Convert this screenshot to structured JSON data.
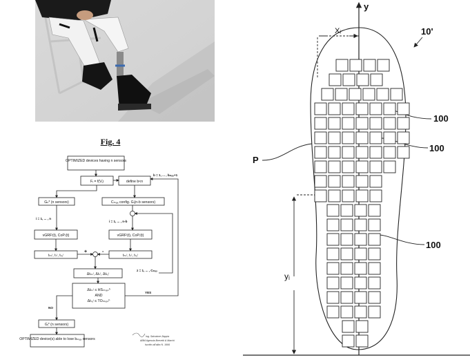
{
  "figure_title": "Fig. 4",
  "flow": {
    "start": "OPTIMIZED devices having n sensors",
    "fi": "Fᵢ = f(Vᵢ)",
    "define": "define b<n",
    "b_range": "b = 1, ... , bₘₐₓ+1",
    "gn": "Gₙ* (n sensors)",
    "cmax": "Cₘₐₓ config. Gᵢ(n-b sensors)",
    "i_range": "i = 1, ... , n",
    "i_range_b": "i = 1, ... , n-b",
    "vgrf1": "vGRFᶦ(t), CoPᵢᶦ(t)",
    "vgrf2": "vGRFᶦ(t), CoPᵢᶦ(t)",
    "t1": "tₕₛᶦ, tₛᶦ, tₜₒᶦ",
    "t2": "tₕₛᶦ, tₛᶦ, tₜₒᶦ",
    "plus": "+",
    "minus": "-",
    "delta": "Δtₕₛᶦ, Δtₛᶦ, Δtₜₒᶦ",
    "z_range": "z = 1, ... , Cₘₐₓ",
    "cond1": "Δtₕₛᶦ ≤ HSₜₕᵣₑₛʰ",
    "cond_and": "AND",
    "cond2": "Δtₜₒᶦ ≤ TOₜₕᵣₑₛʰ",
    "yes": "YES",
    "no": "NO",
    "gi": "Gᵢ* (n sensors)",
    "end": "OPTIMIZED device(s) able to lose bₘₐₓ sensors",
    "signature": [
      "Ing. Salvatore Zappia",
      "ABM Agenzia Brevetti & Marchi",
      "Iscritto all'albo N. 1666"
    ]
  },
  "insole": {
    "axis_y": "y",
    "xi": "Xᵢ",
    "yi": "yᵢ",
    "ref_10": "10'",
    "ref_p": "P",
    "ref_100": [
      "100",
      "100",
      "100"
    ]
  },
  "colors": {
    "line": "#222222",
    "fill": "#ffffff"
  }
}
